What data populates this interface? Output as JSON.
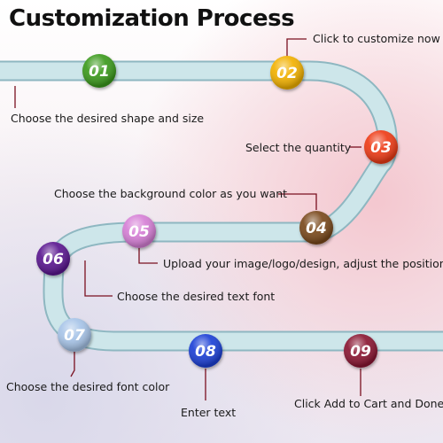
{
  "title": "Customization Process",
  "steps": [
    {
      "number": "01",
      "text": "Choose the desired shape and size",
      "color": "#3a9a1e"
    },
    {
      "number": "02",
      "text": "Click to customize now",
      "color": "#f2b100"
    },
    {
      "number": "03",
      "text": "Select the quantity",
      "color": "#ee3a14"
    },
    {
      "number": "04",
      "text": "Choose the background color as you want",
      "color": "#7a4a1e"
    },
    {
      "number": "05",
      "text": "Upload your image/logo/design, adjust the position",
      "color": "#d67fd6"
    },
    {
      "number": "06",
      "text": "Choose the desired text font",
      "color": "#5a1690"
    },
    {
      "number": "07",
      "text": "Choose the desired font color",
      "color": "#a7c4e8"
    },
    {
      "number": "08",
      "text": "Enter text",
      "color": "#1a3fd6"
    },
    {
      "number": "09",
      "text": "Click Add to Cart and Done",
      "color": "#8a1233"
    }
  ],
  "colors": {
    "path_fill": "#cde6ea",
    "path_edge": "#8eb7c1",
    "connector": "#7a1020"
  }
}
